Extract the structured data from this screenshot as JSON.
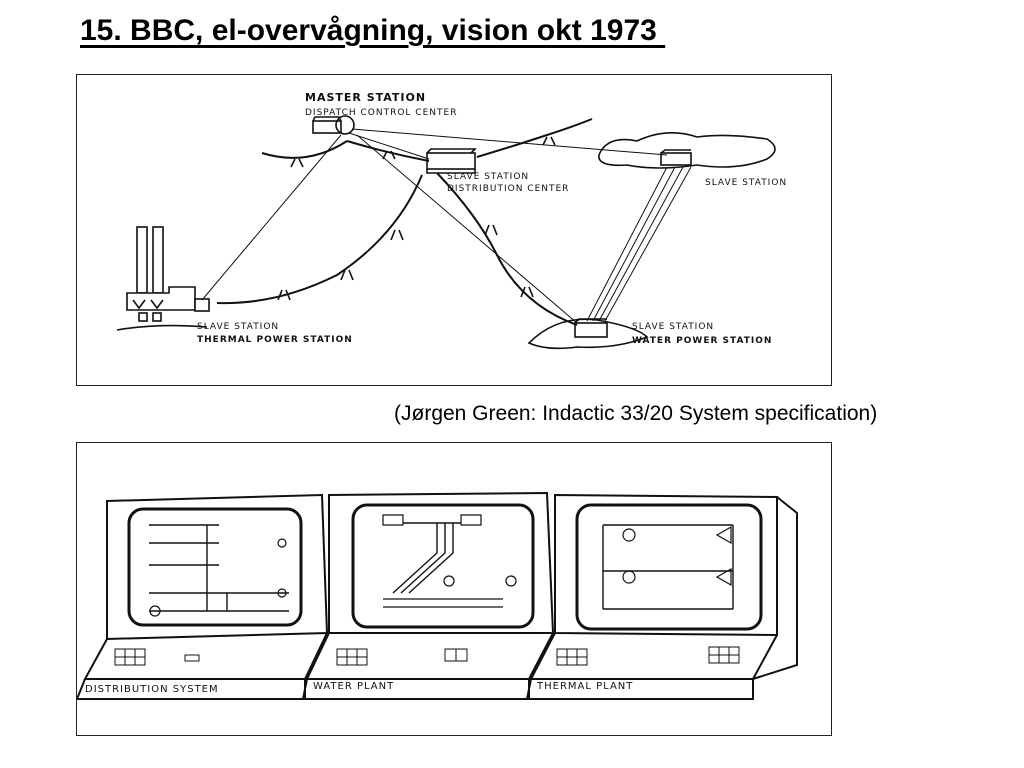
{
  "title": "15. BBC, el-overvågning, vision okt 1973 ",
  "caption": "(Jørgen Green: Indactic 33/20 System specification)",
  "network_diagram": {
    "master_station": "MASTER STATION",
    "dispatch_control_center": "DISPATCH CONTROL CENTER",
    "slave_station_distribution": "SLAVE STATION",
    "distribution_center": "DISTRIBUTION CENTER",
    "slave_station_remote": "SLAVE STATION",
    "slave_station_thermal": "SLAVE STATION",
    "thermal_power_station": "THERMAL POWER STATION",
    "slave_station_water": "SLAVE STATION",
    "water_power_station": "WATER POWER STATION"
  },
  "consoles": [
    {
      "label": "DISTRIBUTION SYSTEM"
    },
    {
      "label": "WATER PLANT"
    },
    {
      "label": "THERMAL PLANT"
    }
  ],
  "colors": {
    "ink": "#111111",
    "paper": "#ffffff"
  }
}
